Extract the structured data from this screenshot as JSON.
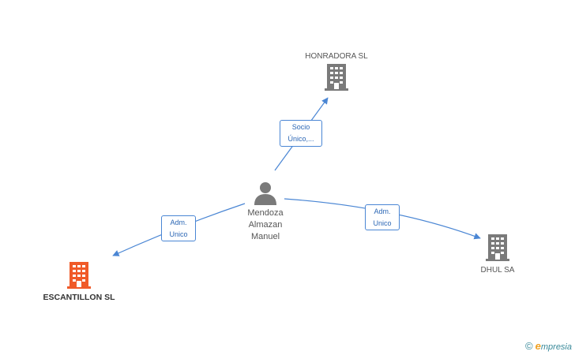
{
  "nodes": {
    "honradora": {
      "label": "HONRADORA SL",
      "icon": "building-icon",
      "color": "#7a7a7a"
    },
    "escantillon": {
      "label": "ESCANTILLON SL",
      "icon": "building-icon",
      "color": "#f05a28"
    },
    "dhul": {
      "label": "DHUL SA",
      "icon": "building-icon",
      "color": "#7a7a7a"
    },
    "person": {
      "line1": "Mendoza",
      "line2": "Almazan",
      "line3": "Manuel",
      "icon": "person-icon",
      "color": "#7a7a7a"
    }
  },
  "edges": {
    "honradora": {
      "line1": "Socio",
      "line2": "Único,..."
    },
    "escantillon": {
      "line1": "Adm.",
      "line2": "Unico"
    },
    "dhul": {
      "line1": "Adm.",
      "line2": "Unico"
    }
  },
  "colors": {
    "edge": "#4a86d4"
  },
  "watermark": {
    "copyright": "©",
    "brand_initial": "e",
    "brand_rest": "mpresia"
  }
}
